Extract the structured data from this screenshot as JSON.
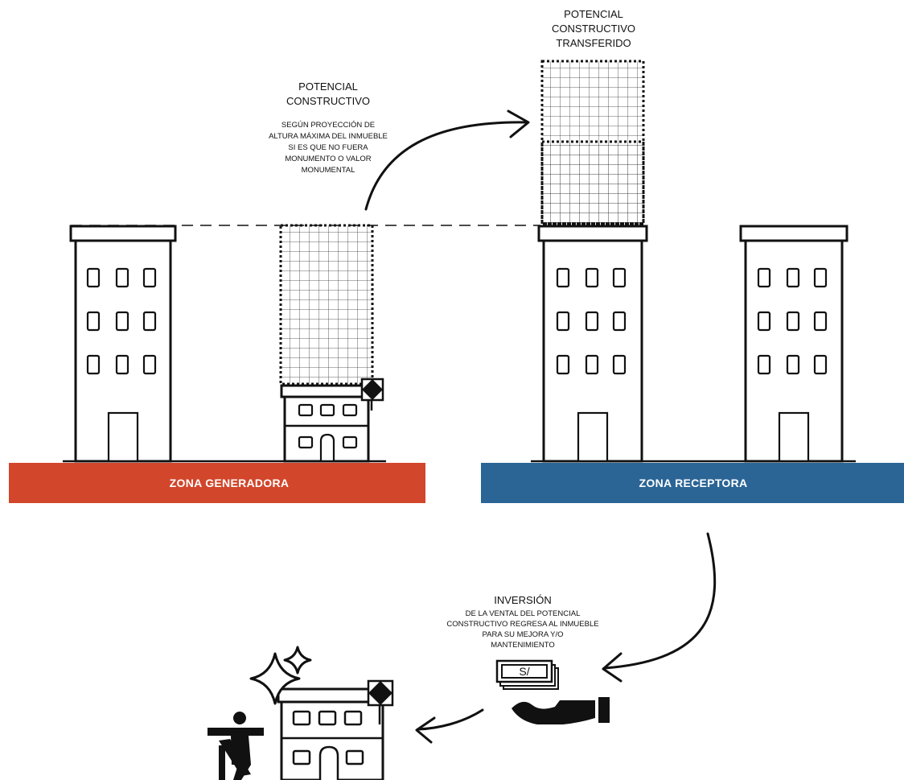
{
  "colors": {
    "generadora": "#D2462B",
    "receptora": "#2B6596",
    "ink": "#111111"
  },
  "labels": {
    "potencial_title_1": "POTENCIAL",
    "potencial_title_2": "CONSTRUCTIVO",
    "potencial_desc_1": "SEGÚN PROYECCIÓN DE",
    "potencial_desc_2": "ALTURA MÁXIMA DEL INMUEBLE",
    "potencial_desc_3": "SI ES QUE NO FUERA",
    "potencial_desc_4": "MONUMENTO O VALOR",
    "potencial_desc_5": "MONUMENTAL",
    "transferido_1": "POTENCIAL",
    "transferido_2": "CONSTRUCTIVO",
    "transferido_3": "TRANSFERIDO",
    "zona_generadora": "ZONA GENERADORA",
    "zona_receptora": "ZONA RECEPTORA",
    "inversion_title": "INVERSIÓN",
    "inversion_desc_1": "DE LA VENTAL DEL POTENCIAL",
    "inversion_desc_2": "CONSTRUCTIVO REGRESA AL INMUEBLE",
    "inversion_desc_3": "PARA SU MEJORA Y/O",
    "inversion_desc_4": "MANTENIMIENTO",
    "money_symbol": "S/"
  },
  "icons": [
    "building-icon",
    "monument-icon",
    "monument-flag-icon",
    "sparkle-icon",
    "worker-icon",
    "money-bill-icon",
    "hand-icon",
    "arrow-icon"
  ]
}
